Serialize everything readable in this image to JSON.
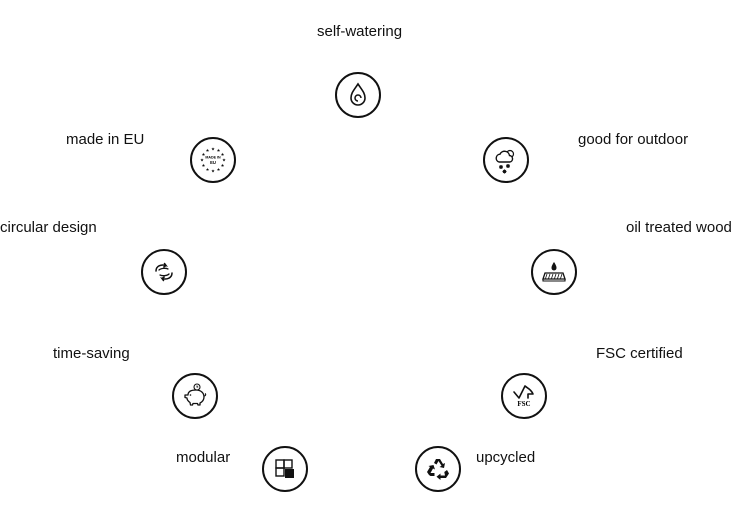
{
  "features": [
    {
      "key": "self-watering",
      "label": "self-watering",
      "icon": "water-drop-icon"
    },
    {
      "key": "made-in-eu",
      "label": "made in EU",
      "icon": "eu-stars-badge-icon",
      "badge_text_top": "MADE IN",
      "badge_text_bottom": "EU"
    },
    {
      "key": "good-for-outdoor",
      "label": "good for outdoor",
      "icon": "cloud-snow-icon"
    },
    {
      "key": "circular-design",
      "label": "circular design",
      "icon": "circular-arrows-icon"
    },
    {
      "key": "oil-treated-wood",
      "label": "oil treated wood",
      "icon": "oil-drop-wood-icon"
    },
    {
      "key": "time-saving",
      "label": "time-saving",
      "icon": "piggy-bank-icon"
    },
    {
      "key": "fsc-certified",
      "label": "FSC certified",
      "icon": "fsc-tree-icon",
      "badge_text": "FSC"
    },
    {
      "key": "modular",
      "label": "modular",
      "icon": "grid-blocks-icon"
    },
    {
      "key": "upcycled",
      "label": "upcycled",
      "icon": "recycle-icon"
    }
  ]
}
